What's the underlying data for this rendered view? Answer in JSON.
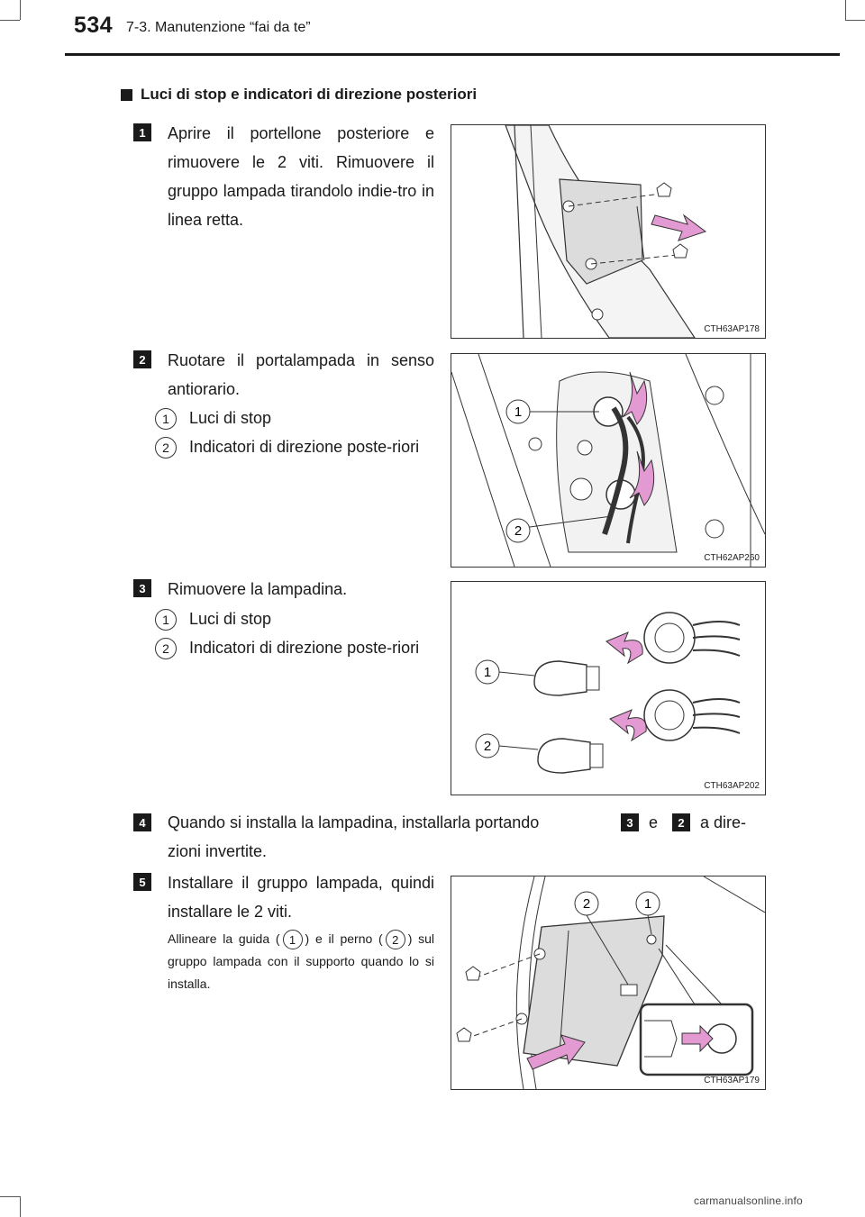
{
  "header": {
    "page_number": "534",
    "section": "7-3. Manutenzione “fai da te”"
  },
  "heading": "Luci di stop e indicatori di direzione posteriori",
  "steps": [
    {
      "num": "1",
      "text": "Aprire il portellone posteriore e rimuovere le 2 viti. Rimuovere il gruppo lampada tirandolo indie-tro in linea retta.",
      "figure_code": "CTH63AP178"
    },
    {
      "num": "2",
      "text": "Ruotare il portalampada in senso antiorario.",
      "items": [
        {
          "marker": "1",
          "text": "Luci di stop"
        },
        {
          "marker": "2",
          "text": "Indicatori di direzione poste-riori"
        }
      ],
      "figure_code": "CTH62AP260",
      "callouts": [
        "1",
        "2"
      ]
    },
    {
      "num": "3",
      "text": "Rimuovere la lampadina.",
      "items": [
        {
          "marker": "1",
          "text": "Luci di stop"
        },
        {
          "marker": "2",
          "text": "Indicatori di direzione poste-riori"
        }
      ],
      "figure_code": "CTH63AP202",
      "callouts": [
        "1",
        "2"
      ]
    },
    {
      "num": "4",
      "text_a": "Quando si installa la lampadina, installarla portando",
      "ref_a": "3",
      "text_b": "e",
      "ref_b": "2",
      "text_c": "a dire-",
      "text_d": "zioni invertite."
    },
    {
      "num": "5",
      "text": "Installare il gruppo lampada, quindi installare le 2 viti.",
      "note_a": "Allineare la guida (",
      "note_m1": "1",
      "note_b": ") e il perno (",
      "note_m2": "2",
      "note_c": ") sul gruppo lampada con il supporto quando lo si installa.",
      "figure_code": "CTH63AP179",
      "callouts": [
        "2",
        "1"
      ]
    }
  ],
  "watermark": "carmanualsonline.info",
  "colors": {
    "arrow_pink": "#e39ad2",
    "ink": "#1a1a1a",
    "panel_grey": "#dcdcdc"
  }
}
